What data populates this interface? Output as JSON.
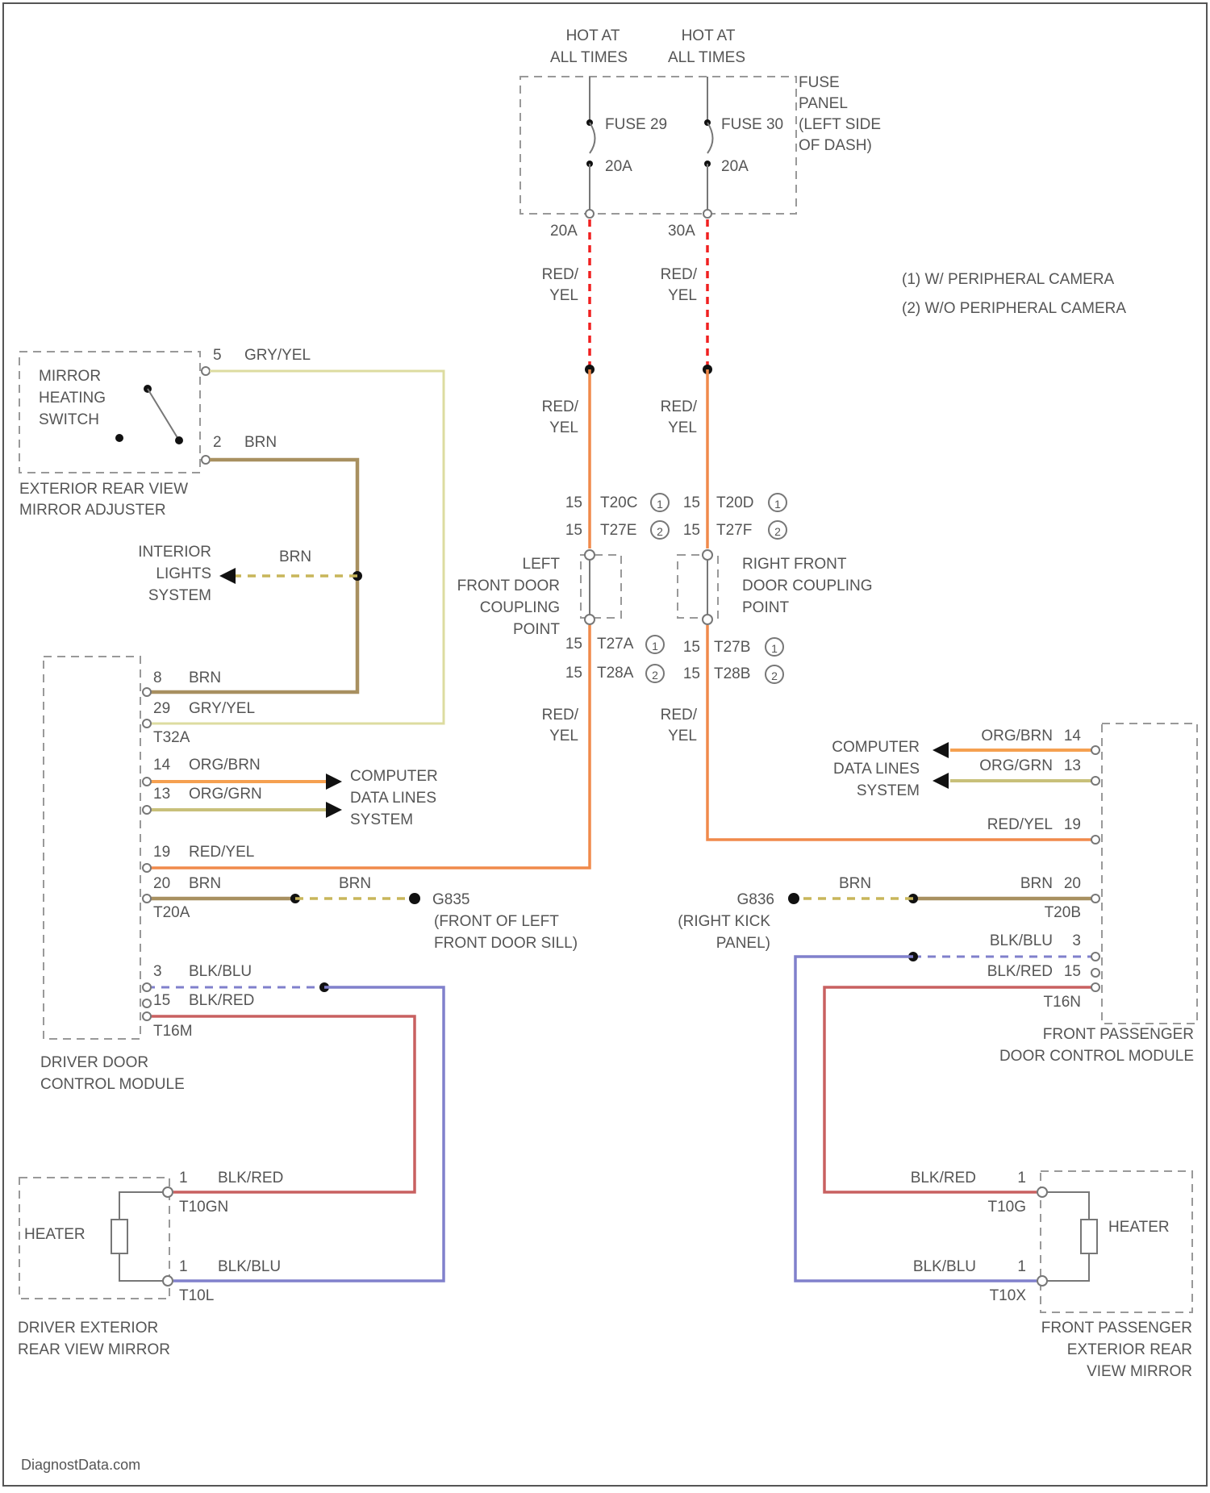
{
  "hot_left": [
    "HOT AT",
    "ALL TIMES"
  ],
  "hot_right": [
    "HOT AT",
    "ALL TIMES"
  ],
  "fuse_panel": [
    "FUSE",
    "PANEL",
    "(LEFT SIDE",
    "OF DASH)"
  ],
  "fuse_left": {
    "name": "FUSE 29",
    "amps": "20A",
    "terminal": "20A"
  },
  "fuse_right": {
    "name": "FUSE 30",
    "amps": "20A",
    "terminal": "30A"
  },
  "legend": [
    "(1) W/ PERIPHERAL CAMERA",
    "(2) W/O PERIPHERAL CAMERA"
  ],
  "wire_red_yel": [
    "RED/",
    "YEL"
  ],
  "left_couplings_top": [
    [
      "15",
      "T20C",
      "1"
    ],
    [
      "15",
      "T27E",
      "2"
    ]
  ],
  "right_couplings_top": [
    [
      "15",
      "T20D",
      "1"
    ],
    [
      "15",
      "T27F",
      "2"
    ]
  ],
  "left_couplings_bot": [
    [
      "15",
      "T27A",
      "1"
    ],
    [
      "15",
      "T28A",
      "2"
    ]
  ],
  "right_couplings_bot": [
    [
      "15",
      "T27B",
      "1"
    ],
    [
      "15",
      "T28B",
      "2"
    ]
  ],
  "left_door_coupling": [
    "LEFT",
    "FRONT DOOR",
    "COUPLING",
    "POINT"
  ],
  "right_door_coupling": [
    "RIGHT FRONT",
    "DOOR COUPLING",
    "POINT"
  ],
  "switch": {
    "label": [
      "MIRROR",
      "HEATING",
      "SWITCH"
    ],
    "component": [
      "EXTERIOR REAR VIEW",
      "MIRROR ADJUSTER"
    ],
    "pin_gry": {
      "pin": "5",
      "color": "GRY/YEL"
    },
    "pin_brn": {
      "pin": "2",
      "color": "BRN"
    }
  },
  "interior_lights": [
    "INTERIOR",
    "LIGHTS",
    "SYSTEM"
  ],
  "brn": "BRN",
  "driver_module": {
    "pins_top": [
      {
        "pin": "8",
        "color": "BRN"
      },
      {
        "pin": "29",
        "color": "GRY/YEL"
      }
    ],
    "conn_top": "T32A",
    "data_pins": [
      {
        "pin": "14",
        "color": "ORG/BRN"
      },
      {
        "pin": "13",
        "color": "ORG/GRN"
      }
    ],
    "data_label": [
      "COMPUTER",
      "DATA LINES",
      "SYSTEM"
    ],
    "pin_red": {
      "pin": "19",
      "color": "RED/YEL"
    },
    "pin_brn": {
      "pin": "20",
      "color": "BRN"
    },
    "conn_mid": "T20A",
    "ground": "G835",
    "ground_loc": [
      "(FRONT OF LEFT",
      "FRONT DOOR SILL)"
    ],
    "pins_bot": [
      {
        "pin": "3",
        "color": "BLK/BLU"
      },
      {
        "pin": "15",
        "color": "BLK/RED"
      }
    ],
    "conn_bot": "T16M",
    "label": [
      "DRIVER DOOR",
      "CONTROL MODULE"
    ]
  },
  "passenger_module": {
    "data_pins": [
      {
        "pin": "14",
        "color": "ORG/BRN"
      },
      {
        "pin": "13",
        "color": "ORG/GRN"
      }
    ],
    "data_label": [
      "COMPUTER",
      "DATA LINES",
      "SYSTEM"
    ],
    "pin_red": {
      "pin": "19",
      "color": "RED/YEL"
    },
    "pin_brn": {
      "pin": "20",
      "color": "BRN"
    },
    "conn_mid": "T20B",
    "ground": "G836",
    "ground_loc": [
      "(RIGHT KICK",
      "PANEL)"
    ],
    "pins_bot": [
      {
        "pin": "3",
        "color": "BLK/BLU"
      },
      {
        "pin": "15",
        "color": "BLK/RED"
      }
    ],
    "conn_bot": "T16N",
    "label": [
      "FRONT PASSENGER",
      "DOOR CONTROL MODULE"
    ]
  },
  "driver_mirror": {
    "heater": "HEATER",
    "pin_red": {
      "pin": "1",
      "color": "BLK/RED",
      "conn": "T10GN"
    },
    "pin_blu": {
      "pin": "1",
      "color": "BLK/BLU",
      "conn": "T10L"
    },
    "label": [
      "DRIVER EXTERIOR",
      "REAR VIEW MIRROR"
    ]
  },
  "passenger_mirror": {
    "heater": "HEATER",
    "pin_red": {
      "pin": "1",
      "color": "BLK/RED",
      "conn": "T10G"
    },
    "pin_blu": {
      "pin": "1",
      "color": "BLK/BLU",
      "conn": "T10X"
    },
    "label": [
      "FRONT PASSENGER",
      "EXTERIOR REAR",
      "VIEW MIRROR"
    ]
  },
  "watermark": "DiagnostData.com"
}
